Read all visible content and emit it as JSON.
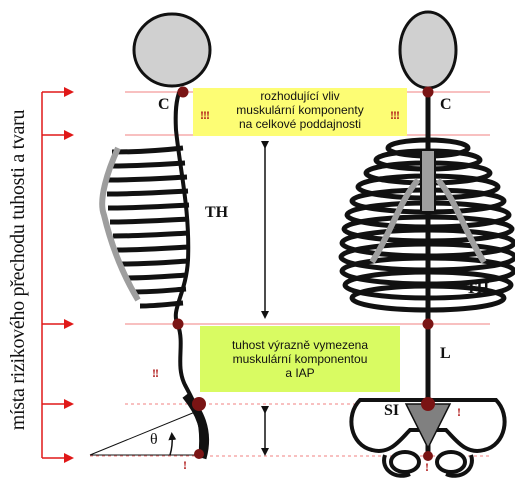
{
  "side_label": "místa rizikového přechodu tuhosti a tvaru",
  "box_top": {
    "lines": [
      "rozhodující vliv",
      "muskulární komponenty",
      "na celkové poddajnosti"
    ]
  },
  "box_bottom": {
    "lines": [
      "tuhost výrazně vymezena",
      "muskulární komponentou",
      "a  IAP"
    ]
  },
  "labels": {
    "c_left": "C",
    "c_right": "C",
    "th_left": "TH",
    "th_right": "TH",
    "l_right": "L",
    "si_right": "SI",
    "theta": "θ"
  },
  "marks": {
    "triple": "!!!",
    "double": "!!",
    "single": "!"
  },
  "colors": {
    "arrow_red": "#e01818",
    "node": "#7a1414",
    "box_top_fill": "#fdfd74",
    "box_bottom_fill": "#d9fb62",
    "head_fill": "#d0d0d0"
  }
}
